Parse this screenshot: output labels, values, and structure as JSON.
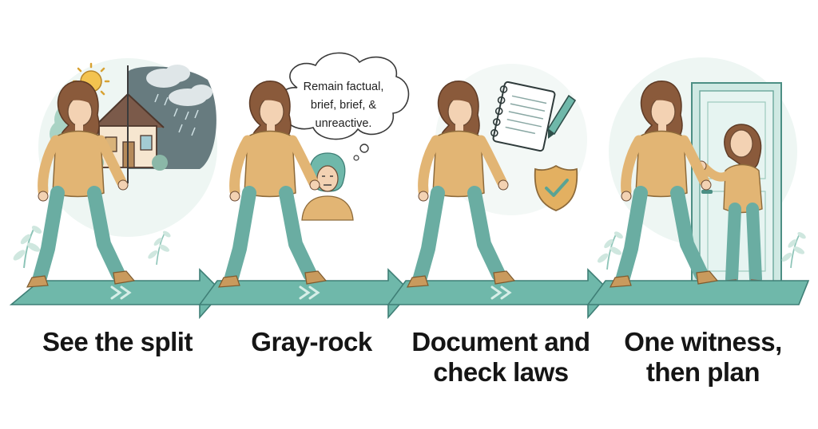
{
  "steps": [
    {
      "id": "split",
      "lines": [
        "See the split"
      ]
    },
    {
      "id": "grayrock",
      "lines": [
        "Gray-rock"
      ]
    },
    {
      "id": "document",
      "lines": [
        "Document and",
        "check laws"
      ]
    },
    {
      "id": "witness",
      "lines": [
        "One witness,",
        "then plan"
      ]
    }
  ],
  "thought_bubble": {
    "lines": [
      "Remain factual,",
      "brief, brief, &",
      "unreactive."
    ]
  },
  "colors": {
    "path": "#6fb8aa",
    "path_stroke": "#3f7f76",
    "sweater": "#e2b574",
    "pants": "#6aada2",
    "hair": "#8a5a3b",
    "skin": "#f3d2b3",
    "mint": "#e8f4f0",
    "storm": "#5f7478"
  },
  "icons": [
    "sun-icon",
    "rain-cloud-icon",
    "house-icon",
    "notebook-icon",
    "pen-icon",
    "shield-check-icon",
    "door-icon",
    "leaf-icon"
  ]
}
